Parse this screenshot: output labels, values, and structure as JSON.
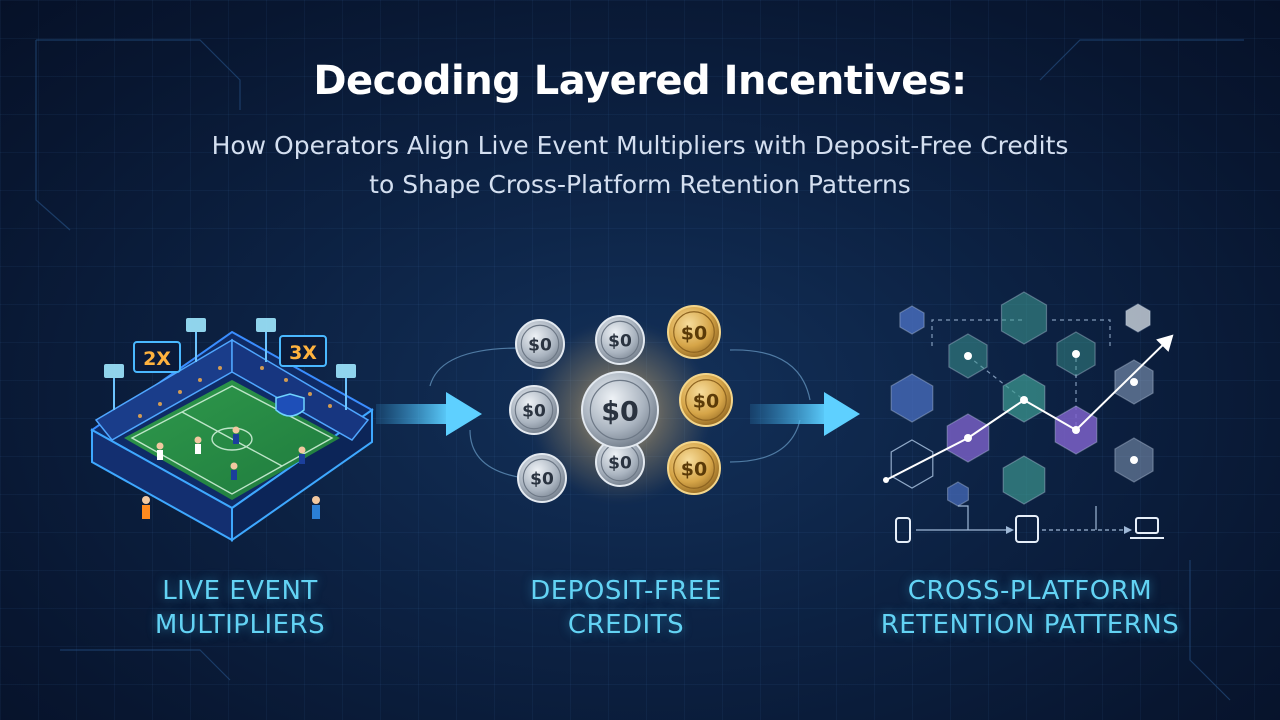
{
  "header": {
    "title": "Decoding Layered Incentives:",
    "subtitle_lines": [
      "How Operators Align Live Event Multipliers with Deposit-Free Credits",
      "to Shape Cross-Platform Retention Patterns"
    ]
  },
  "stadium": {
    "scoreboards": [
      "2X",
      "3X"
    ]
  },
  "credits": {
    "coin_value": "$0",
    "silver_coin_count": 6,
    "gold_coin_count": 3
  },
  "sections": [
    {
      "label_lines": [
        "LIVE EVENT",
        "MULTIPLIERS"
      ]
    },
    {
      "label_lines": [
        "DEPOSIT-FREE",
        "CREDITS"
      ]
    },
    {
      "label_lines": [
        "CROSS-PLATFORM",
        "RETENTION PATTERNS"
      ]
    }
  ],
  "devices": [
    "smartphone-icon",
    "tablet-icon",
    "laptop-icon"
  ],
  "colors": {
    "accent_cyan": "#63d3f4",
    "arrow": "#39a9e8",
    "gold": "#d6a548",
    "silver": "#b8c2cc",
    "hex_teal": "#3f9c93",
    "hex_purple": "#7d62c9",
    "hex_blue": "#4a6fc0"
  }
}
